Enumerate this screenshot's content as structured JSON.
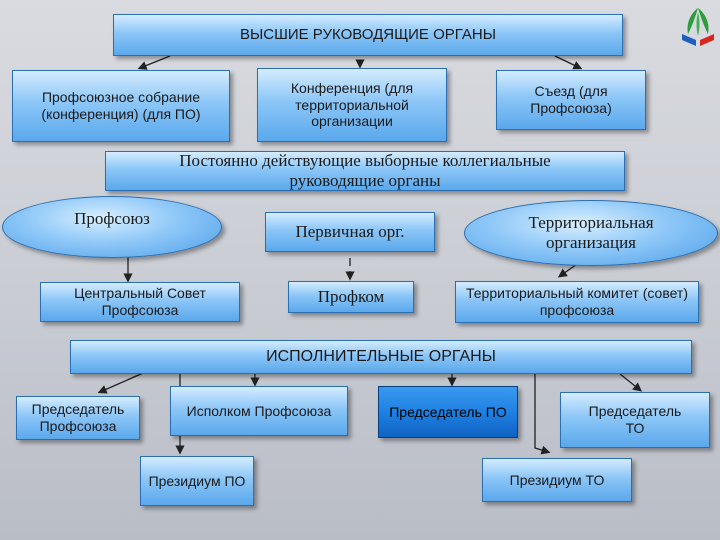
{
  "top": {
    "title": "ВЫСШИЕ РУКОВОДЯЩИЕ ОРГАНЫ"
  },
  "supreme": {
    "assembly": "Профсоюзное собрание (конференция) (для ПО)",
    "conference": "Конференция (для территориальной организации",
    "congress": "Съезд (для Профсоюза)"
  },
  "collegial": {
    "title": "Постоянно действующие выборные коллегиальные руководящие органы"
  },
  "orgs": {
    "union": "Профсоюз",
    "primary": "Первичная орг.",
    "territorial": "Территориальная организация"
  },
  "councils": {
    "central_council": "Центральный Совет Профсоюза",
    "profkom": "Профком",
    "territorial_committee": "Территориальный комитет (совет) профсоюза"
  },
  "executive": {
    "title": "ИСПОЛНИТЕЛЬНЫЕ ОРГАНЫ"
  },
  "exec_bodies": {
    "union_chair": "Председатель Профсоюза",
    "ispolkom": "Исполком Профсоюза",
    "po_chair": "Председатель ПО",
    "to_chair": "Председатель ТО",
    "po_presidium": "Президиум ПО",
    "to_presidium": "Президиум ТО"
  },
  "logo": {
    "icon": "union-logo-icon",
    "colors": [
      "#2e9b3c",
      "#1f5fbf",
      "#d8261f"
    ]
  }
}
